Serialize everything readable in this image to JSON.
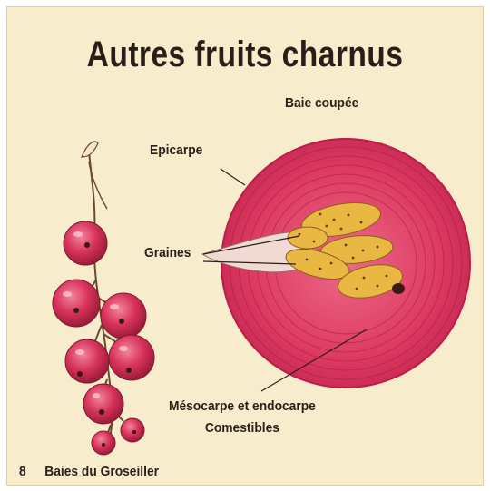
{
  "title": "Autres fruits charnus",
  "labels": {
    "baie_coupee": "Baie coupée",
    "epicarpe": "Epicarpe",
    "graines": "Graines",
    "mesocarpe_line1": "Mésocarpe et endocarpe",
    "mesocarpe_line2": "Comestibles"
  },
  "caption": {
    "number": "8",
    "text": "Baies du Groseiller"
  },
  "colors": {
    "background": "#f7eccc",
    "berry_red": "#d8325a",
    "seed_yellow": "#e9b842",
    "ink": "#2a1f18"
  }
}
